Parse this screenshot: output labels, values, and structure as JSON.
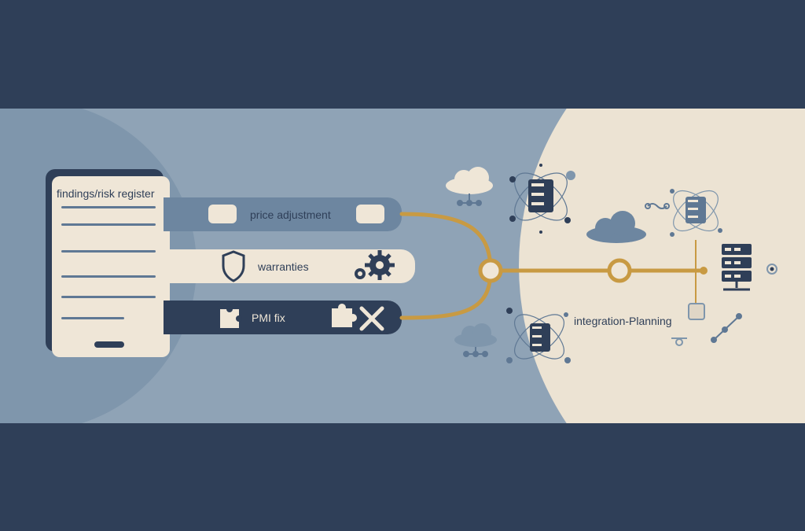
{
  "register": {
    "title": "findings/risk register"
  },
  "items": [
    {
      "label": "price adjustment"
    },
    {
      "label": "warranties"
    },
    {
      "label": "PMI fix"
    }
  ],
  "destination": {
    "label": "integration-Planning"
  },
  "icons": [
    "shield-icon",
    "gears-icon",
    "puzzle-icon",
    "tools-icon",
    "cloud-icon",
    "server-icon",
    "network-node-icon"
  ],
  "colors": {
    "navy": "#2f3f58",
    "steel": "#8fa3b6",
    "cream": "#ece3d3",
    "gold": "#c89a43"
  }
}
